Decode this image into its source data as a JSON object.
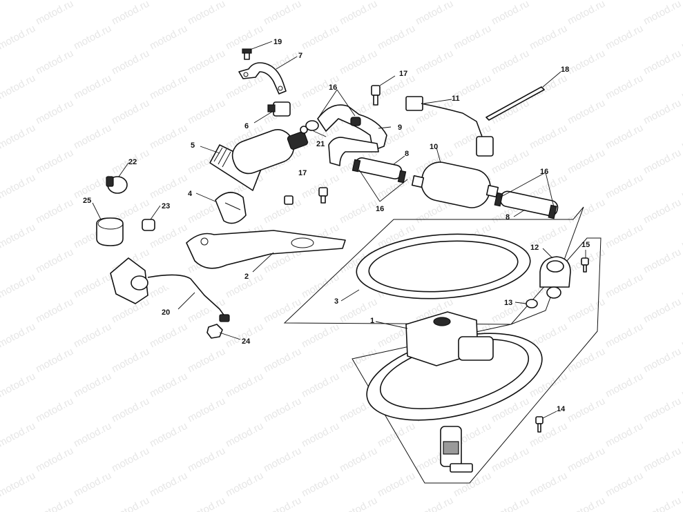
{
  "watermark": "motod.ru",
  "callouts": [
    {
      "id": "c1",
      "text": "1"
    },
    {
      "id": "c2",
      "text": "2"
    },
    {
      "id": "c3",
      "text": "3"
    },
    {
      "id": "c4",
      "text": "4"
    },
    {
      "id": "c5",
      "text": "5"
    },
    {
      "id": "c6",
      "text": "6"
    },
    {
      "id": "c7",
      "text": "7"
    },
    {
      "id": "c8a",
      "text": "8"
    },
    {
      "id": "c8b",
      "text": "8"
    },
    {
      "id": "c9",
      "text": "9"
    },
    {
      "id": "c10",
      "text": "10"
    },
    {
      "id": "c11",
      "text": "11"
    },
    {
      "id": "c12",
      "text": "12"
    },
    {
      "id": "c13",
      "text": "13"
    },
    {
      "id": "c14",
      "text": "14"
    },
    {
      "id": "c15",
      "text": "15"
    },
    {
      "id": "c16a",
      "text": "16"
    },
    {
      "id": "c16b",
      "text": "16"
    },
    {
      "id": "c16c",
      "text": "16"
    },
    {
      "id": "c17a",
      "text": "17"
    },
    {
      "id": "c17b",
      "text": "17"
    },
    {
      "id": "c18",
      "text": "18"
    },
    {
      "id": "c19",
      "text": "19"
    },
    {
      "id": "c20",
      "text": "20"
    },
    {
      "id": "c21",
      "text": "21"
    },
    {
      "id": "c22",
      "text": "22"
    },
    {
      "id": "c23",
      "text": "23"
    },
    {
      "id": "c24",
      "text": "24"
    },
    {
      "id": "c25",
      "text": "25"
    }
  ]
}
